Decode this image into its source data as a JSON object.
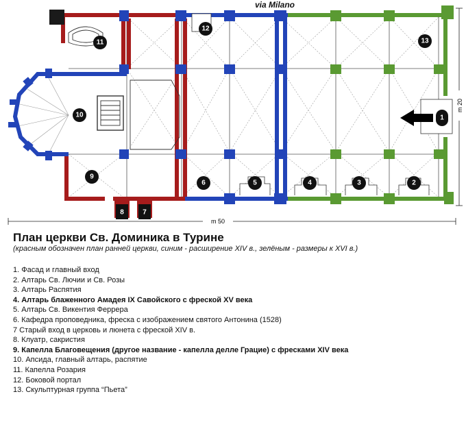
{
  "plan": {
    "street_label": "via Milano",
    "scale_width": "m 50",
    "scale_height": "m 20",
    "markers": [
      "1",
      "2",
      "3",
      "4",
      "5",
      "6",
      "7",
      "8",
      "9",
      "10",
      "11",
      "12",
      "13"
    ]
  },
  "caption": {
    "title": "План церкви Св. Доминика в Турине",
    "subtitle": "(красным обозначен план ранней церкви, синим - расширение XIV в., зелёным - размеры к XVI в.)"
  },
  "legend": [
    {
      "text": "1. Фасад и главный вход",
      "bold": false
    },
    {
      "text": "2. Алтарь Св. Лючии и Св. Розы",
      "bold": false
    },
    {
      "text": "3. Алтарь Распятия",
      "bold": false
    },
    {
      "text": "4. Алтарь блаженного Амадея IX Савойского с фреской XV века",
      "bold": true
    },
    {
      "text": "5. Алтарь Св. Викентия Феррера",
      "bold": false
    },
    {
      "text": "6. Кафедра проповедника, фреска с изображением святого Антонина (1528)",
      "bold": false
    },
    {
      "text": "7 Старый вход в церковь и люнета с фреской XIV в.",
      "bold": false
    },
    {
      "text": "8. Клуатр, сакристия",
      "bold": false
    },
    {
      "text": "9. Капелла Благовещения (другое название - капелла делле Грацие) с фресками XIV века",
      "bold": true
    },
    {
      "text": "10. Апсида, главный алтарь, распятие",
      "bold": false
    },
    {
      "text": "11. Капелла Розария",
      "bold": false
    },
    {
      "text": "12. Боковой портал",
      "bold": false
    },
    {
      "text": "13. Скульптурная группа “Пьета”",
      "bold": false
    }
  ],
  "colors": {
    "early_church": "#a61c1c",
    "xiv_extension": "#2244b8",
    "xvi_extension": "#5a9a32",
    "marker": "#111111"
  }
}
